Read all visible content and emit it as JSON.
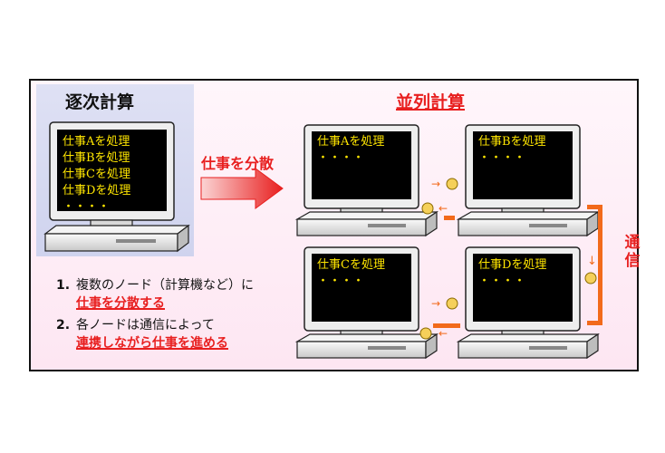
{
  "titles": {
    "sequential": "逐次計算",
    "parallel": "並列計算"
  },
  "sequential_screen": [
    "仕事Aを処理",
    "仕事Bを処理",
    "仕事Cを処理",
    "仕事Dを処理",
    "・・・・"
  ],
  "distribute_label": "仕事を分散",
  "nodes": {
    "a": [
      "仕事Aを処理",
      "・・・・"
    ],
    "b": [
      "仕事Bを処理",
      "・・・・"
    ],
    "c": [
      "仕事Cを処理",
      "・・・・"
    ],
    "d": [
      "仕事Dを処理",
      "・・・・"
    ]
  },
  "communication_label": "通信",
  "notes": [
    {
      "number": "1.",
      "text": "複数のノード（計算機など）に",
      "emphasis": "仕事を分散する"
    },
    {
      "number": "2.",
      "text": "各ノードは通信によって",
      "emphasis": "連携しながら仕事を進める"
    }
  ],
  "colors": {
    "accent": "#e81f1f",
    "orange": "#f26a1b",
    "screen_text": "#ffe600",
    "sequential_panel": "#d4d8f0"
  }
}
